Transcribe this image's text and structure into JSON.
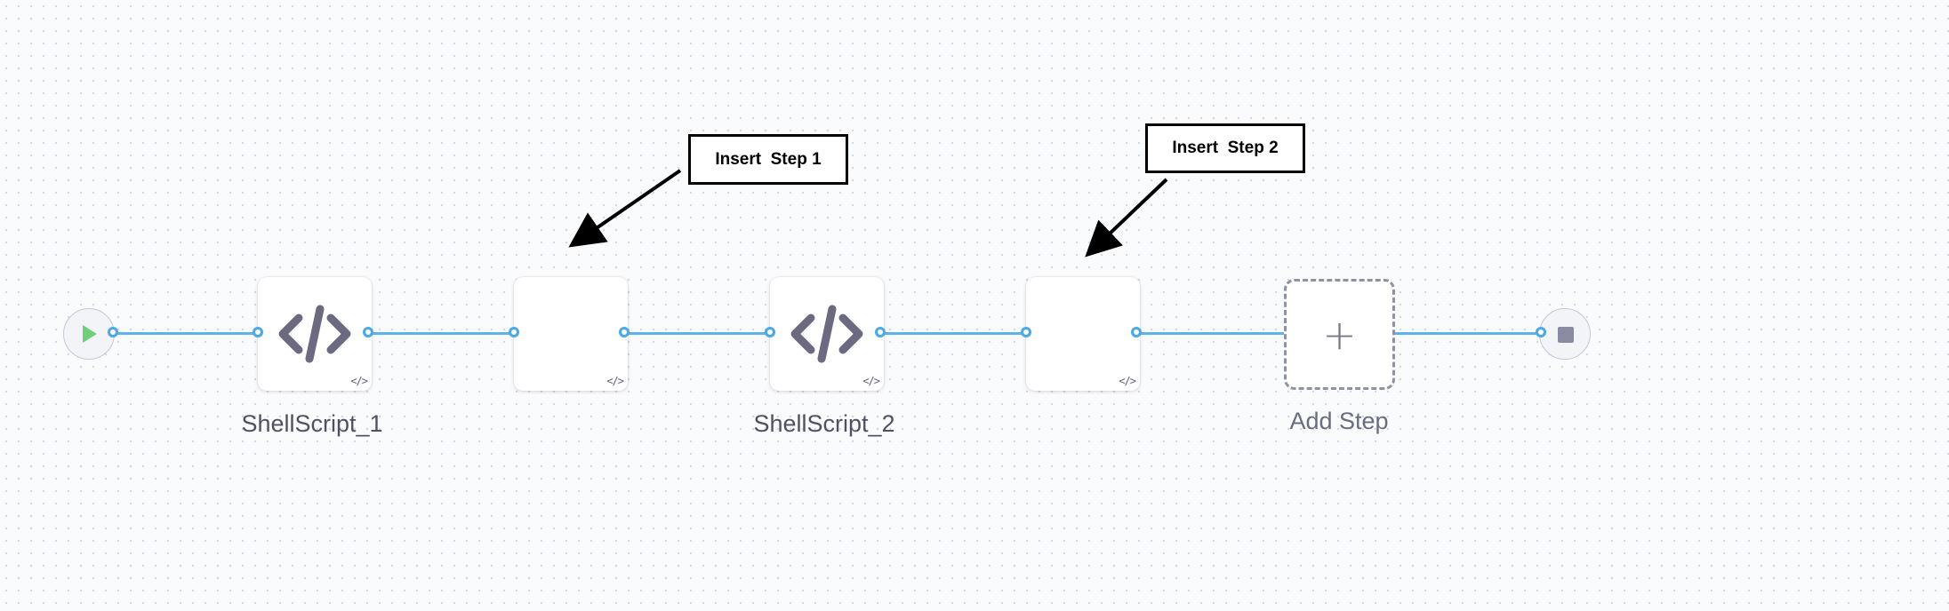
{
  "pipeline": {
    "steps": [
      {
        "label": "ShellScript_1",
        "icon": "code-icon"
      },
      {
        "label": "",
        "icon": "code-icon"
      },
      {
        "label": "ShellScript_2",
        "icon": "code-icon"
      },
      {
        "label": "",
        "icon": "code-icon"
      }
    ],
    "add_step": {
      "label": "Add Step",
      "icon": "plus-icon",
      "symbol": "+"
    },
    "start": {
      "icon": "play-icon"
    },
    "end": {
      "icon": "stop-icon"
    },
    "mini_icon_glyph": "</>"
  },
  "annotations": {
    "callout_1": "Insert  Step 1",
    "callout_2": "Insert  Step 2"
  },
  "colors": {
    "connector": "#5eb4ea",
    "port": "#4da8e6",
    "code_icon": "#6b6a81",
    "play": "#6fcf7a",
    "stop": "#8b8aa3"
  }
}
